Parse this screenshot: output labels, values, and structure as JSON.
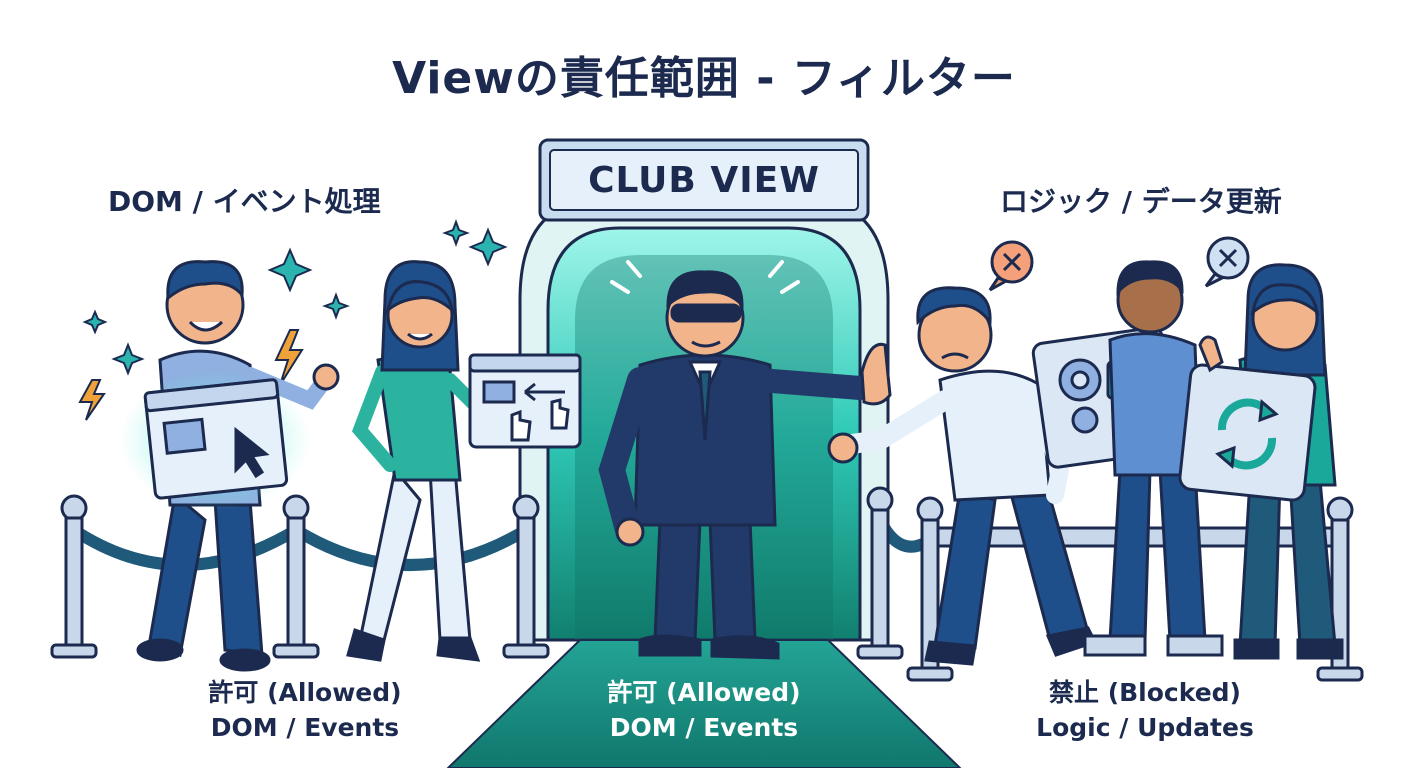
{
  "title": "Viewの責任範囲 - フィルター",
  "sign": {
    "text": "CLUB VIEW"
  },
  "left": {
    "label": "DOM / イベント処理",
    "caption_line1": "許可 (Allowed)",
    "caption_line2": "DOM / Events"
  },
  "center": {
    "caption_line1": "許可 (Allowed)",
    "caption_line2": "DOM / Events"
  },
  "right": {
    "label": "ロジック / データ更新",
    "caption_line1": "禁止 (Blocked)",
    "caption_line2": "Logic / Updates"
  },
  "colors": {
    "navy": "#1b2a4e",
    "teal": "#1aa89a",
    "cyan_glow": "#33e0c8",
    "light_blue": "#cfe0f2",
    "rope": "#1f5a7a",
    "warn_orange": "#f0a23a"
  },
  "icons": [
    "sparkle-icon",
    "lightning-icon",
    "cursor-icon",
    "gear-icon",
    "divide-icon",
    "sync-icon",
    "cross-icon",
    "hand-icon"
  ]
}
